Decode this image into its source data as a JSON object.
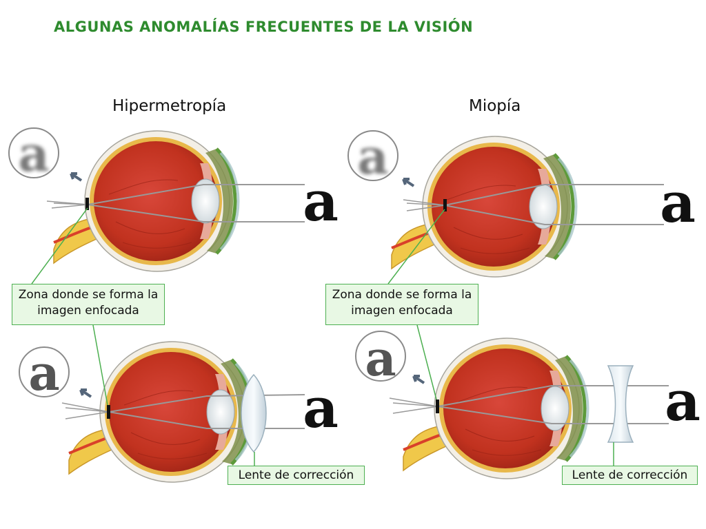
{
  "title": "ALGUNAS ANOMALÍAS FRECUENTES DE LA VISIÓN",
  "headings": {
    "left": "Hipermetropía",
    "right": "Miopía"
  },
  "letter": "a",
  "callouts": {
    "focus_zone_left": "Zona donde se forma la imagen enfocada",
    "focus_zone_right": "Zona donde se forma la imagen enfocada",
    "lens_left": "Lente de corrección",
    "lens_right": "Lente de corrección"
  },
  "colors": {
    "title": "#2e8b2e",
    "callout_border": "#4caf50",
    "callout_fill": "#e8f8e4",
    "eye_interior": "#c9362a",
    "sclera": "#f3efe6",
    "nerve": "#f0c84a"
  }
}
